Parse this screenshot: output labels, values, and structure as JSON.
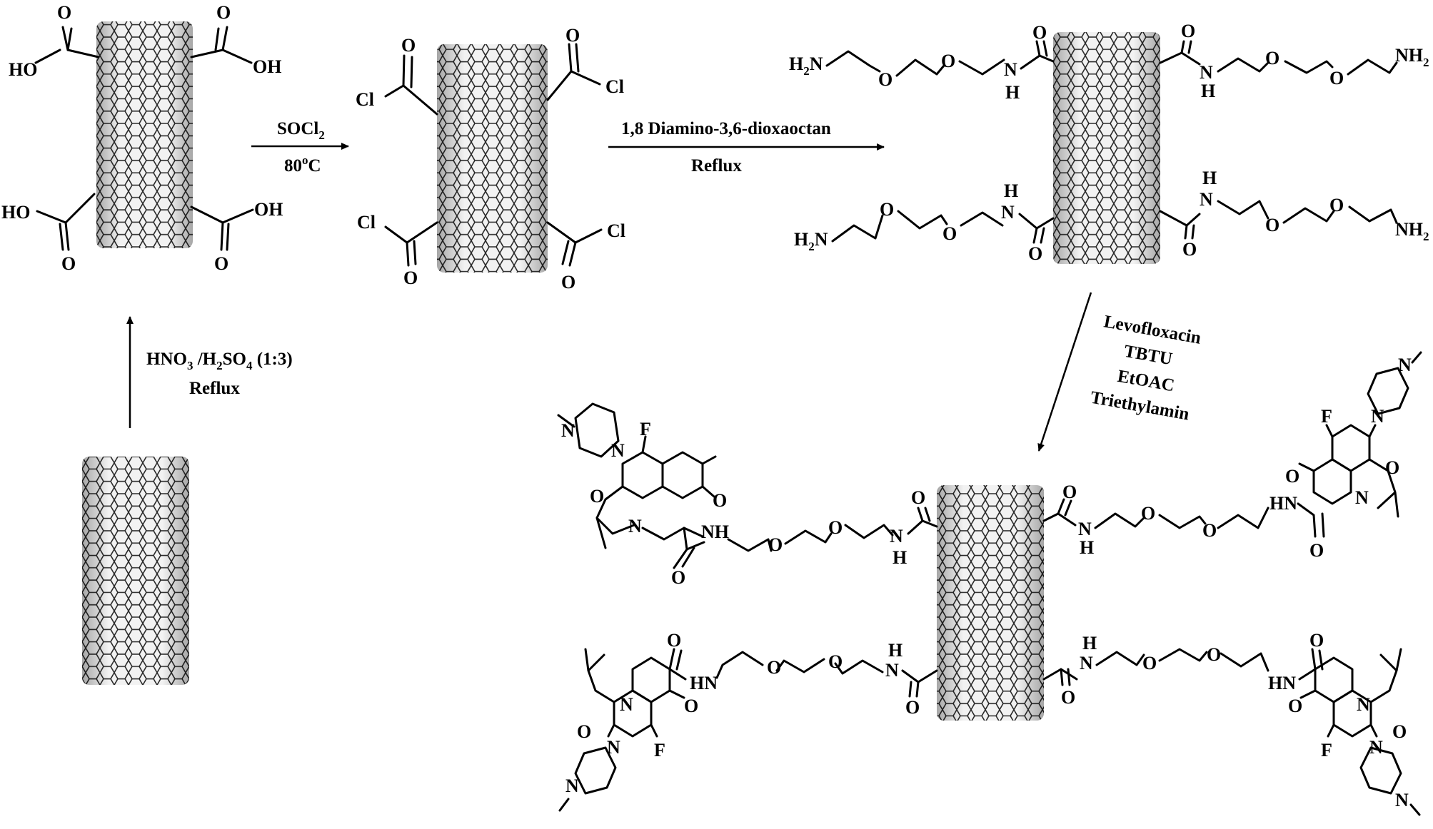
{
  "steps": {
    "oxidation": {
      "line1": "HNO",
      "line1_sub": "3",
      "line1_mid": " /H",
      "line1_sub2": "2",
      "line1_mid2": "SO",
      "line1_sub3": "4",
      "line1_end": " (1:3)",
      "line2": "Reflux"
    },
    "chlorination": {
      "line1": "SOCl",
      "line1_sub": "2",
      "line2": "80",
      "line2_sup": "o",
      "line2_end": "C"
    },
    "amidation": {
      "line1": "1,8 Diamino-3,6-dioxaoctan",
      "line2": "Reflux"
    },
    "coupling": {
      "lines": [
        "Levofloxacin",
        "TBTU",
        "EtOAC",
        "Triethylamin"
      ]
    }
  },
  "atoms": {
    "O": "O",
    "OH": "OH",
    "HO": "HO",
    "Cl": "Cl",
    "N": "N",
    "H": "H",
    "F": "F",
    "HN": "HN",
    "NH": "NH",
    "H2N_base": "H",
    "H2N_sub": "2",
    "H2N_end": "N",
    "NH2_base": "NH",
    "NH2_sub": "2"
  },
  "colors": {
    "ink": "#000000",
    "tube": "#333333",
    "background": "#ffffff"
  }
}
